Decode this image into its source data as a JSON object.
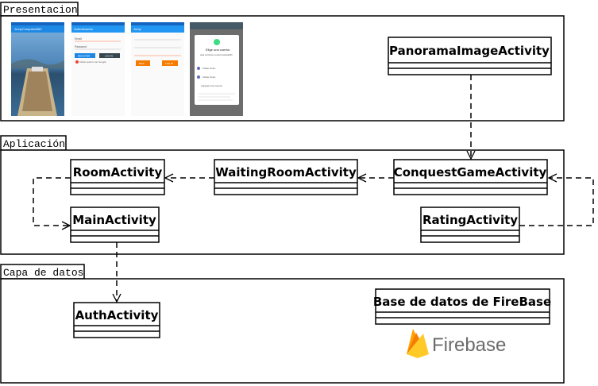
{
  "packages": {
    "presentacion": "Presentacion",
    "aplicacion": "Aplicación",
    "datos": "Capa de datos"
  },
  "classes": {
    "panorama": "PanoramaImageActivity",
    "room": "RoomActivity",
    "waiting": "WaitingRoomActivity",
    "conquest": "ConquestGameActivity",
    "main": "MainActivity",
    "rating": "RatingActivity",
    "auth": "AuthActivity",
    "firebase_db": "Base de datos de FireBase"
  },
  "logo": {
    "firebase_word": "Firebase",
    "colors": {
      "flame_yellow": "#FFCA28",
      "flame_amber": "#FFA000",
      "flame_orange": "#F57C00",
      "word": "#6b6b6b"
    }
  },
  "screenshots": {
    "shot1_title": "JumpConquista360",
    "shot2_title": "Autenticación",
    "shot2_field1": "Email",
    "shot2_field2": "Password",
    "shot2_btn1": "REGISTER",
    "shot2_btn2": "LOG IN",
    "shot2_google": "Iniciar sesión con Google",
    "shot3_title": "Jump",
    "shot3_btn1": "Back",
    "shot3_btn2": "LOG IN",
    "shot4_dialog_title": "Elige una cuenta",
    "shot4_dialog_sub": "para continuar a jumpconquista360",
    "shot4_account1": "Felipe Guan",
    "shot4_account2": "Felipe Guan",
    "shot4_add": "Agregar otra cuenta"
  },
  "colors": {
    "line": "#000000",
    "app_bar_blue": "#2196F3",
    "accent_orange": "#F57C00",
    "google_green": "#3DDC84"
  }
}
